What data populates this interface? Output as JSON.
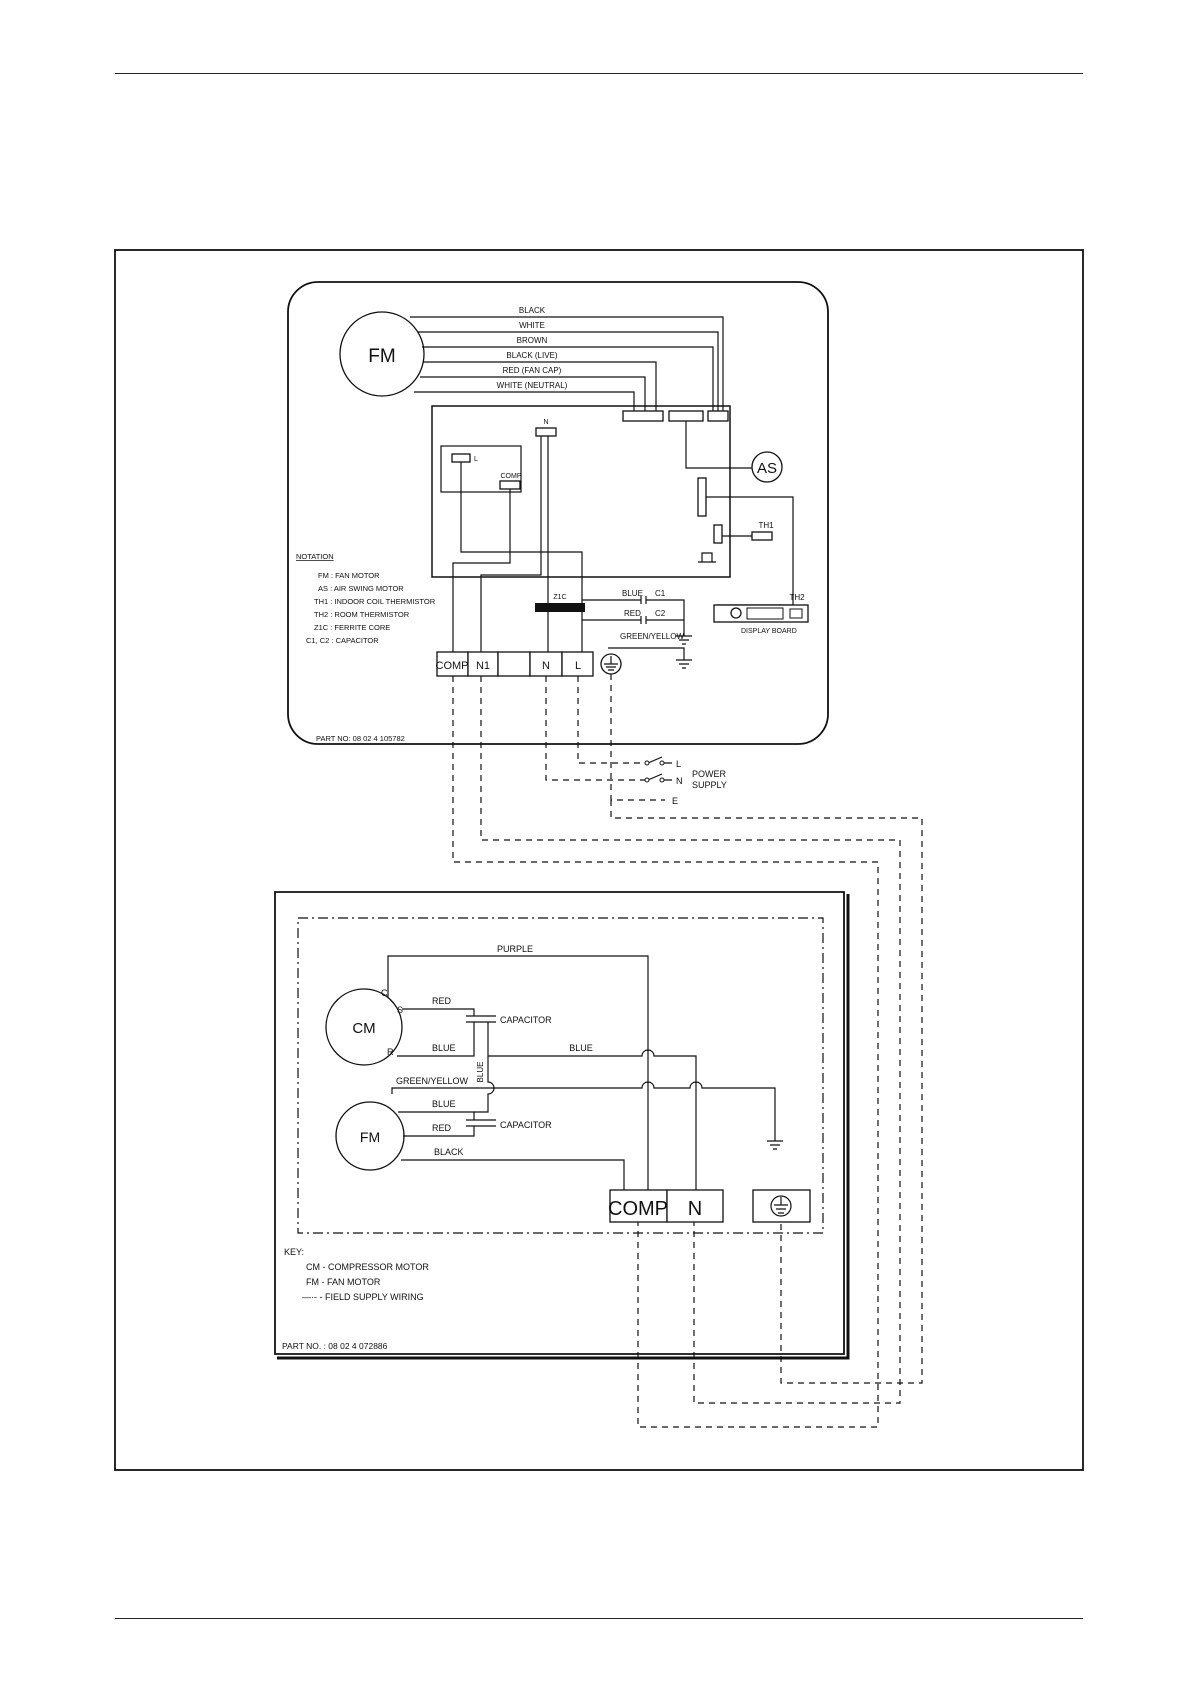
{
  "indoor": {
    "fan_motor": "FM",
    "air_swing": "AS",
    "th1": "TH1",
    "th2": "TH2",
    "display_board": "DISPLAY BOARD",
    "z1c": "Z1C",
    "pcb_n": "N",
    "pcb_l": "L",
    "pcb_comp": "COMP",
    "wire_labels": [
      "BLACK",
      "WHITE",
      "BROWN",
      "BLACK (LIVE)",
      "RED (FAN CAP)",
      "WHITE (NEUTRAL)"
    ],
    "cap_wires": {
      "blue": "BLUE",
      "c1": "C1",
      "red": "RED",
      "c2": "C2",
      "green_yellow": "GREEN/YELLOW"
    },
    "terminals": [
      "COMP",
      "N1",
      "",
      "N",
      "L"
    ],
    "notation_title": "NOTATION",
    "notation": [
      "FM : FAN MOTOR",
      "AS : AIR SWING MOTOR",
      "TH1 : INDOOR COIL THERMISTOR",
      "TH2 : ROOM THERMISTOR",
      "Z1C : FERRITE CORE",
      "C1, C2 : CAPACITOR"
    ],
    "part_no": "PART NO: 08 02 4 105782"
  },
  "power_supply": {
    "lines": [
      "L",
      "N",
      "E"
    ],
    "title_1": "POWER",
    "title_2": "SUPPLY"
  },
  "outdoor": {
    "compressor": "CM",
    "fan_motor": "FM",
    "pin_c": "C",
    "pin_s": "S",
    "pin_r": "R",
    "purple": "PURPLE",
    "red_1": "RED",
    "capacitor_1": "CAPACITOR",
    "blue_1": "BLUE",
    "blue_2": "BLUE",
    "blue_vertical": "BLUE",
    "green_yellow": "GREEN/YELLOW",
    "blue_3": "BLUE",
    "red_2": "RED",
    "capacitor_2": "CAPACITOR",
    "black": "BLACK",
    "terminal_comp": "COMP",
    "terminal_n": "N",
    "key_title": "KEY:",
    "key": [
      "CM - COMPRESSOR MOTOR",
      "FM - FAN MOTOR",
      "—·- - FIELD SUPPLY WIRING"
    ],
    "part_no": "PART NO. : 08 02 4 072886"
  }
}
